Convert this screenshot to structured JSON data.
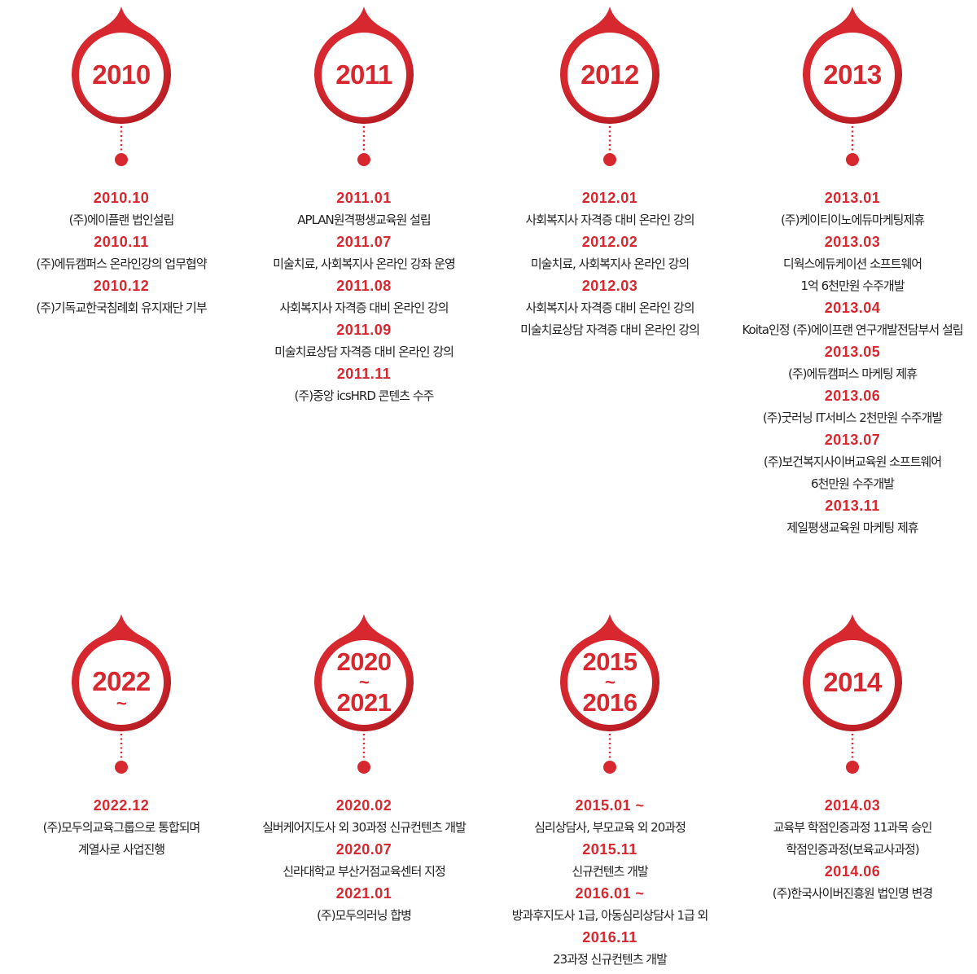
{
  "accent_color": "#d7282f",
  "timeline": [
    {
      "year": [
        "2010"
      ],
      "entries": [
        {
          "date": "2010.10",
          "lines": [
            "(주)에이플랜 법인설립"
          ]
        },
        {
          "date": "2010.11",
          "lines": [
            "(주)에듀캠퍼스 온라인강의 업무협약"
          ]
        },
        {
          "date": "2010.12",
          "lines": [
            "(주)기독교한국침례회 유지재단 기부"
          ]
        }
      ]
    },
    {
      "year": [
        "2011"
      ],
      "entries": [
        {
          "date": "2011.01",
          "lines": [
            "APLAN원격평생교육원 설립"
          ]
        },
        {
          "date": "2011.07",
          "lines": [
            "미술치료, 사회복지사 온라인 강좌 운영"
          ]
        },
        {
          "date": "2011.08",
          "lines": [
            "사회복지사 자격증 대비 온라인 강의"
          ]
        },
        {
          "date": "2011.09",
          "lines": [
            "미술치료상담 자격증 대비 온라인 강의"
          ]
        },
        {
          "date": "2011.11",
          "lines": [
            "(주)중앙 icsHRD 콘텐츠 수주"
          ]
        }
      ]
    },
    {
      "year": [
        "2012"
      ],
      "entries": [
        {
          "date": "2012.01",
          "lines": [
            "사회복지사 자격증 대비 온라인 강의"
          ]
        },
        {
          "date": "2012.02",
          "lines": [
            "미술치료, 사회복지사 온라인 강의"
          ]
        },
        {
          "date": "2012.03",
          "lines": [
            "사회복지사 자격증 대비 온라인 강의",
            "미술치료상담 자격증 대비 온라인 강의"
          ]
        }
      ]
    },
    {
      "year": [
        "2013"
      ],
      "entries": [
        {
          "date": "2013.01",
          "lines": [
            "(주)케이티이노에듀마케팅제휴"
          ]
        },
        {
          "date": "2013.03",
          "lines": [
            "디웍스에듀케이션 소프트웨어",
            "1억 6천만원 수주개발"
          ]
        },
        {
          "date": "2013.04",
          "lines": [
            "Koita인정 (주)에이프랜 연구개발전담부서 설립"
          ]
        },
        {
          "date": "2013.05",
          "lines": [
            "(주)에듀캠퍼스 마케팅 제휴"
          ]
        },
        {
          "date": "2013.06",
          "lines": [
            "(주)굿러닝 IT서비스 2천만원 수주개발"
          ]
        },
        {
          "date": "2013.07",
          "lines": [
            "(주)보건복지사이버교육원 소프트웨어",
            "6천만원 수주개발"
          ]
        },
        {
          "date": "2013.11",
          "lines": [
            "제일평생교육원 마케팅 제휴"
          ]
        }
      ]
    },
    {
      "year": [
        "2022",
        "~"
      ],
      "entries": [
        {
          "date": "2022.12",
          "lines": [
            "(주)모두의교육그룹으로 통합되며",
            "계열사로 사업진행"
          ]
        }
      ]
    },
    {
      "year": [
        "2020",
        "~",
        "2021"
      ],
      "entries": [
        {
          "date": "2020.02",
          "lines": [
            "실버케어지도사 외 30과정 신규컨텐츠 개발"
          ]
        },
        {
          "date": "2020.07",
          "lines": [
            "신라대학교 부산거점교육센터 지정"
          ]
        },
        {
          "date": "2021.01",
          "lines": [
            "(주)모두의러닝 합병"
          ]
        }
      ]
    },
    {
      "year": [
        "2015",
        "~",
        "2016"
      ],
      "entries": [
        {
          "date": "2015.01 ~",
          "lines": [
            "심리상담사, 부모교육 외 20과정"
          ]
        },
        {
          "date": "2015.11",
          "lines": [
            "신규컨텐츠 개발"
          ]
        },
        {
          "date": "2016.01 ~",
          "lines": [
            "방과후지도사 1급, 아동심리상담사 1급 외"
          ]
        },
        {
          "date": "2016.11",
          "lines": [
            "23과정 신규컨텐츠 개발"
          ]
        }
      ]
    },
    {
      "year": [
        "2014"
      ],
      "entries": [
        {
          "date": "2014.03",
          "lines": [
            "교육부 학점인증과정 11과목 승인",
            "학점인증과정(보육교사과정)"
          ]
        },
        {
          "date": "2014.06",
          "lines": [
            "(주)한국사이버진흥원 법인명 변경"
          ]
        }
      ]
    }
  ]
}
